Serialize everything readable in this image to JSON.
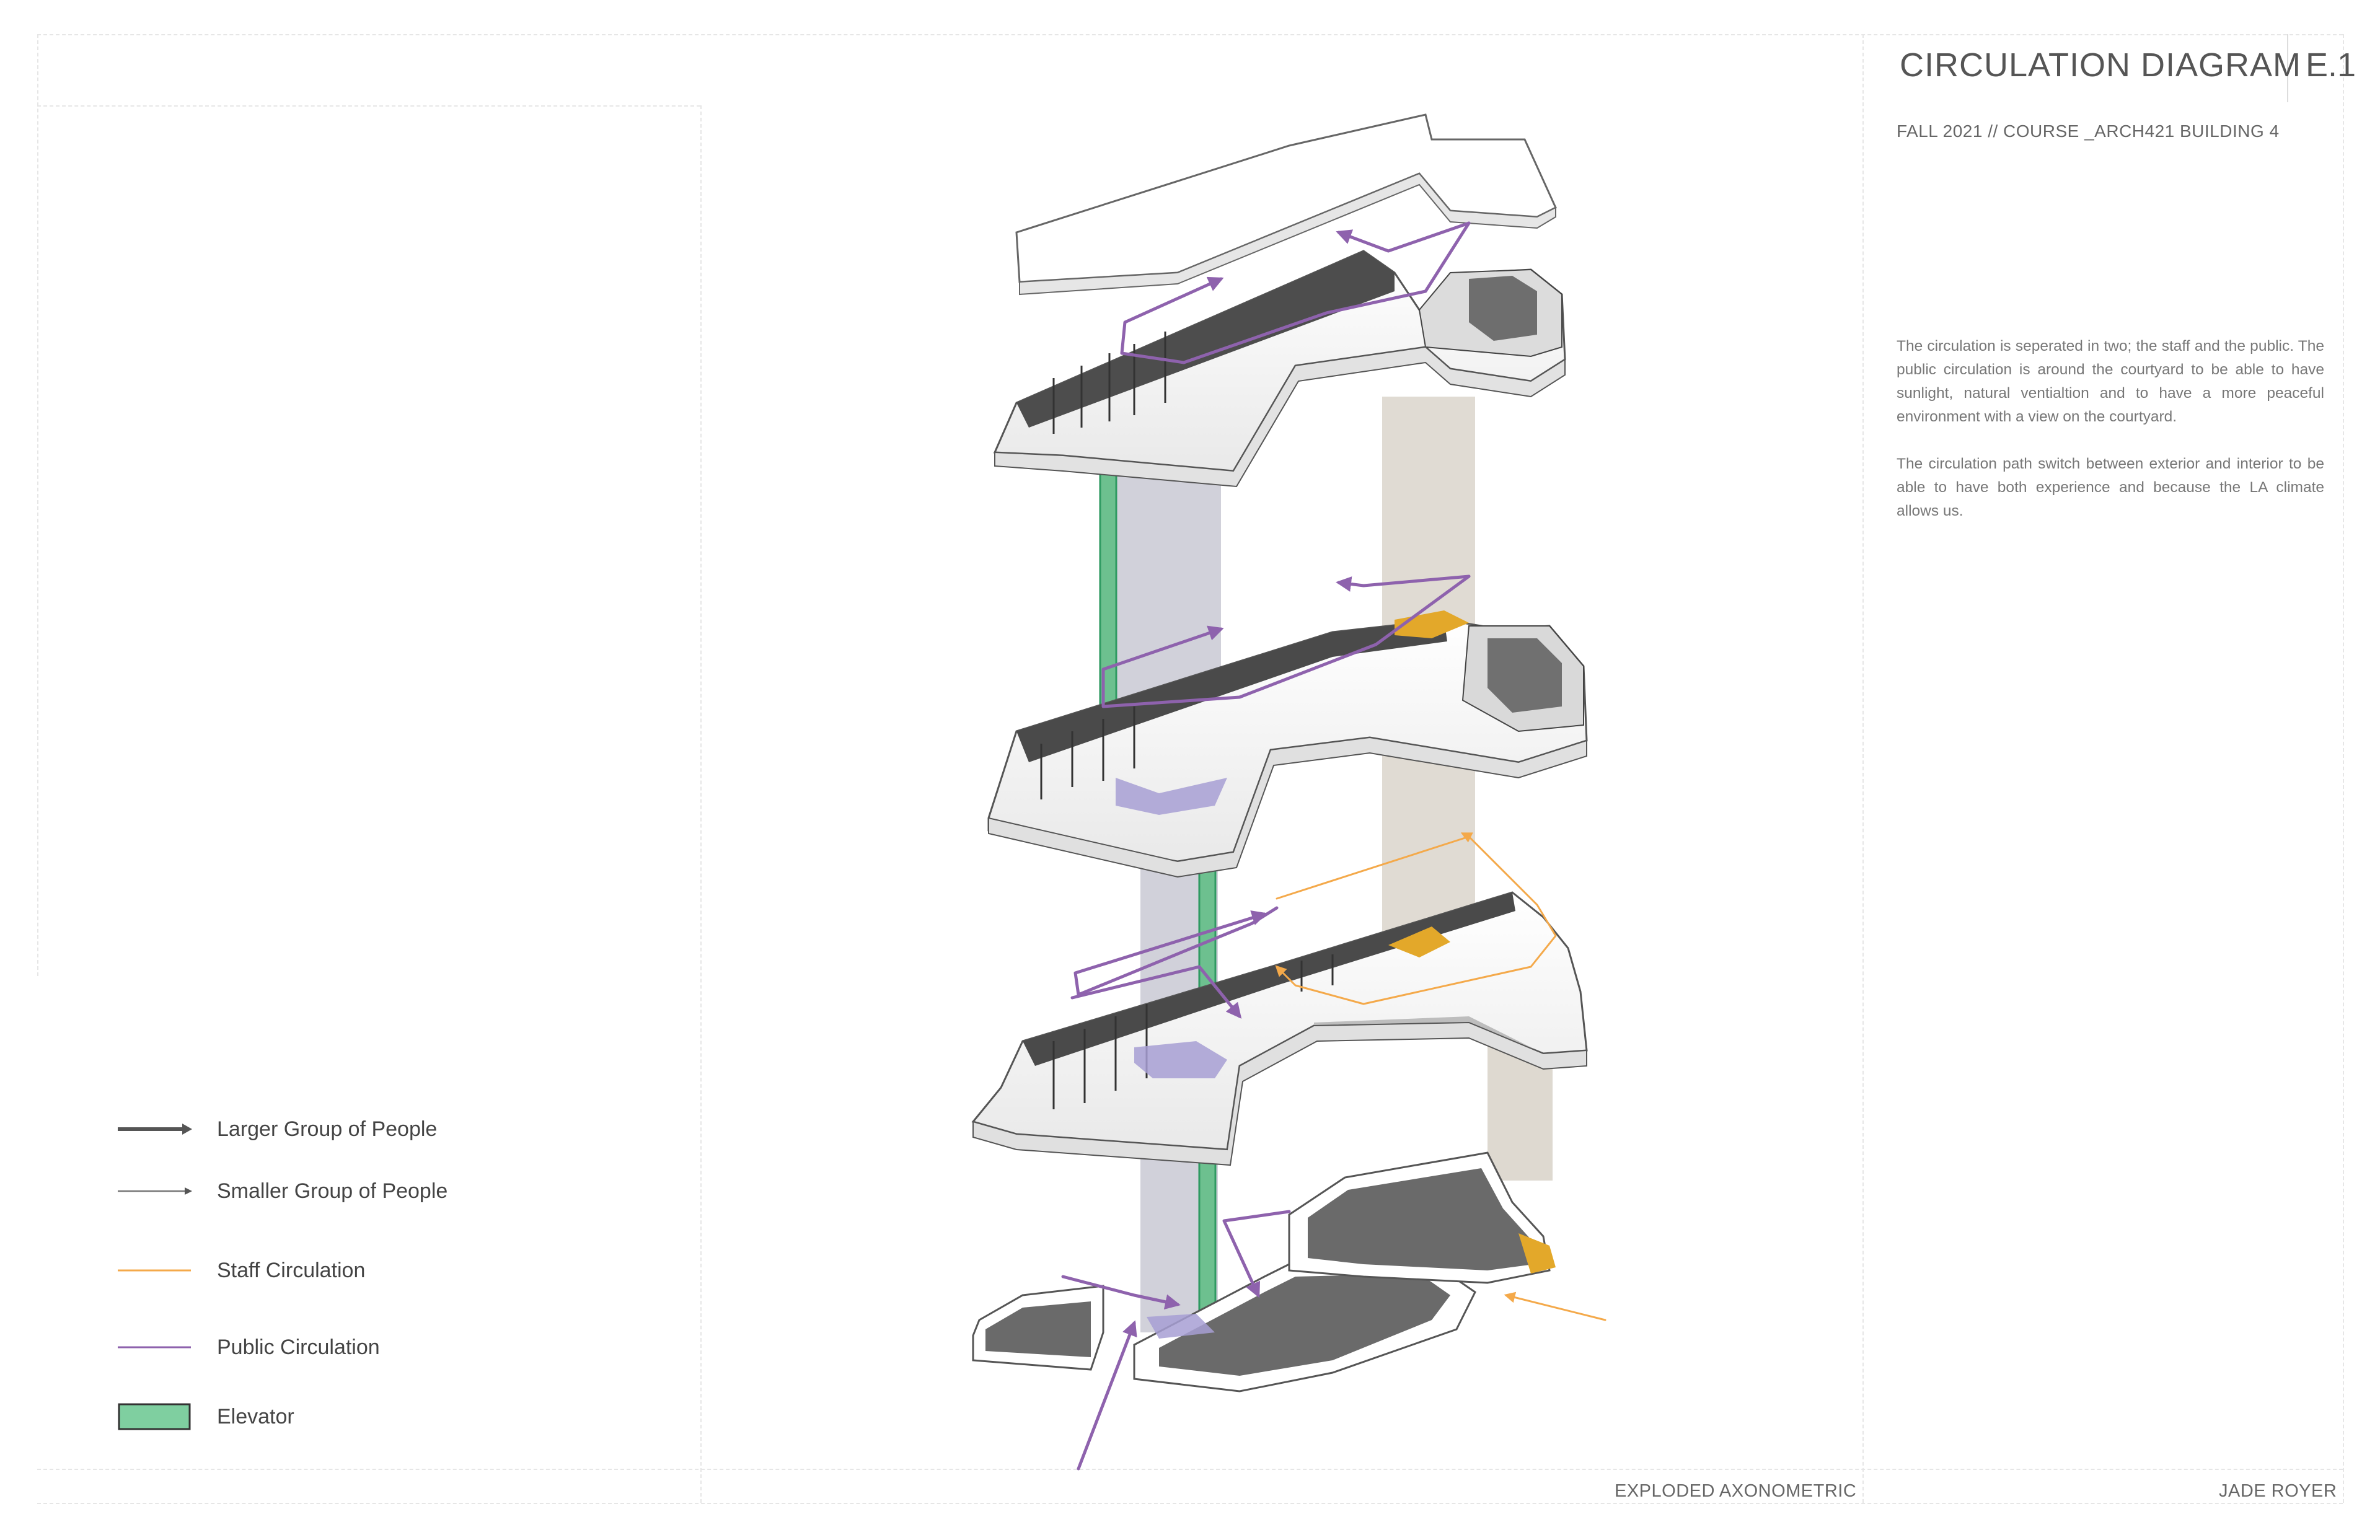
{
  "header": {
    "title": "CIRCULATION DIAGRAM",
    "sheet_code": "E.1",
    "subtitle": "FALL 2021 // COURSE _ARCH421 BUILDING 4"
  },
  "description": {
    "paragraph_1": "The circulation is seperated in two; the staff and the public. The public circulation is around the courtyard to be able to have sunlight, natural ventialtion and to have a more peaceful environment with a view on the courtyard.",
    "paragraph_2": "The circulation path switch between exterior and interior to be able to have both experience and because the LA climate allows us."
  },
  "legend": {
    "items": [
      {
        "label": "Larger Group of People",
        "kind": "thick-arrow"
      },
      {
        "label": "Smaller Group of People",
        "kind": "thin-arrow"
      },
      {
        "label": "Staff Circulation",
        "kind": "staff-line"
      },
      {
        "label": "Public Circulation",
        "kind": "public-line"
      },
      {
        "label": "Elevator",
        "kind": "elevator-box"
      }
    ]
  },
  "footer": {
    "view_label": "EXPLODED AXONOMETRIC",
    "author": "JADE ROYER"
  },
  "colors": {
    "staff": "#f4a94a",
    "public": "#8e62ad",
    "elevator": "#6dc08f",
    "elevator_dark": "#2f9a62",
    "stair_core": "#c8c8d2",
    "shaft": "#cfc8bd",
    "wall_dark": "#555555",
    "stair_yellow": "#e3a82a",
    "stair_purple": "#a79fd4"
  }
}
